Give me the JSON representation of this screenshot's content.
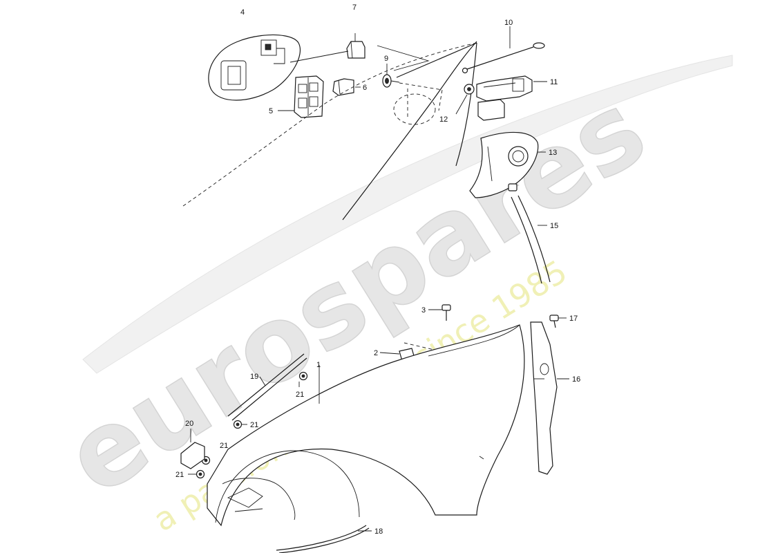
{
  "watermark": {
    "brand": "eurospares",
    "tagline": "a passion for parts since 1985",
    "colors": {
      "brand": "#d9d9d9",
      "tagline": "#eded9c"
    }
  },
  "callouts": [
    {
      "id": "c1",
      "number": "1"
    },
    {
      "id": "c2",
      "number": "2"
    },
    {
      "id": "c3",
      "number": "3"
    },
    {
      "id": "c4",
      "number": "4"
    },
    {
      "id": "c5",
      "number": "5"
    },
    {
      "id": "c6",
      "number": "6"
    },
    {
      "id": "c7",
      "number": "7"
    },
    {
      "id": "c9",
      "number": "9"
    },
    {
      "id": "c10",
      "number": "10"
    },
    {
      "id": "c11",
      "number": "11"
    },
    {
      "id": "c12",
      "number": "12"
    },
    {
      "id": "c13",
      "number": "13"
    },
    {
      "id": "c15",
      "number": "15"
    },
    {
      "id": "c16",
      "number": "16"
    },
    {
      "id": "c17",
      "number": "17"
    },
    {
      "id": "c18",
      "number": "18"
    },
    {
      "id": "c19",
      "number": "19"
    },
    {
      "id": "c20",
      "number": "20"
    },
    {
      "id": "c21a",
      "number": "21"
    },
    {
      "id": "c21b",
      "number": "21"
    },
    {
      "id": "c21c",
      "number": "21"
    },
    {
      "id": "c21d",
      "number": "21"
    }
  ]
}
